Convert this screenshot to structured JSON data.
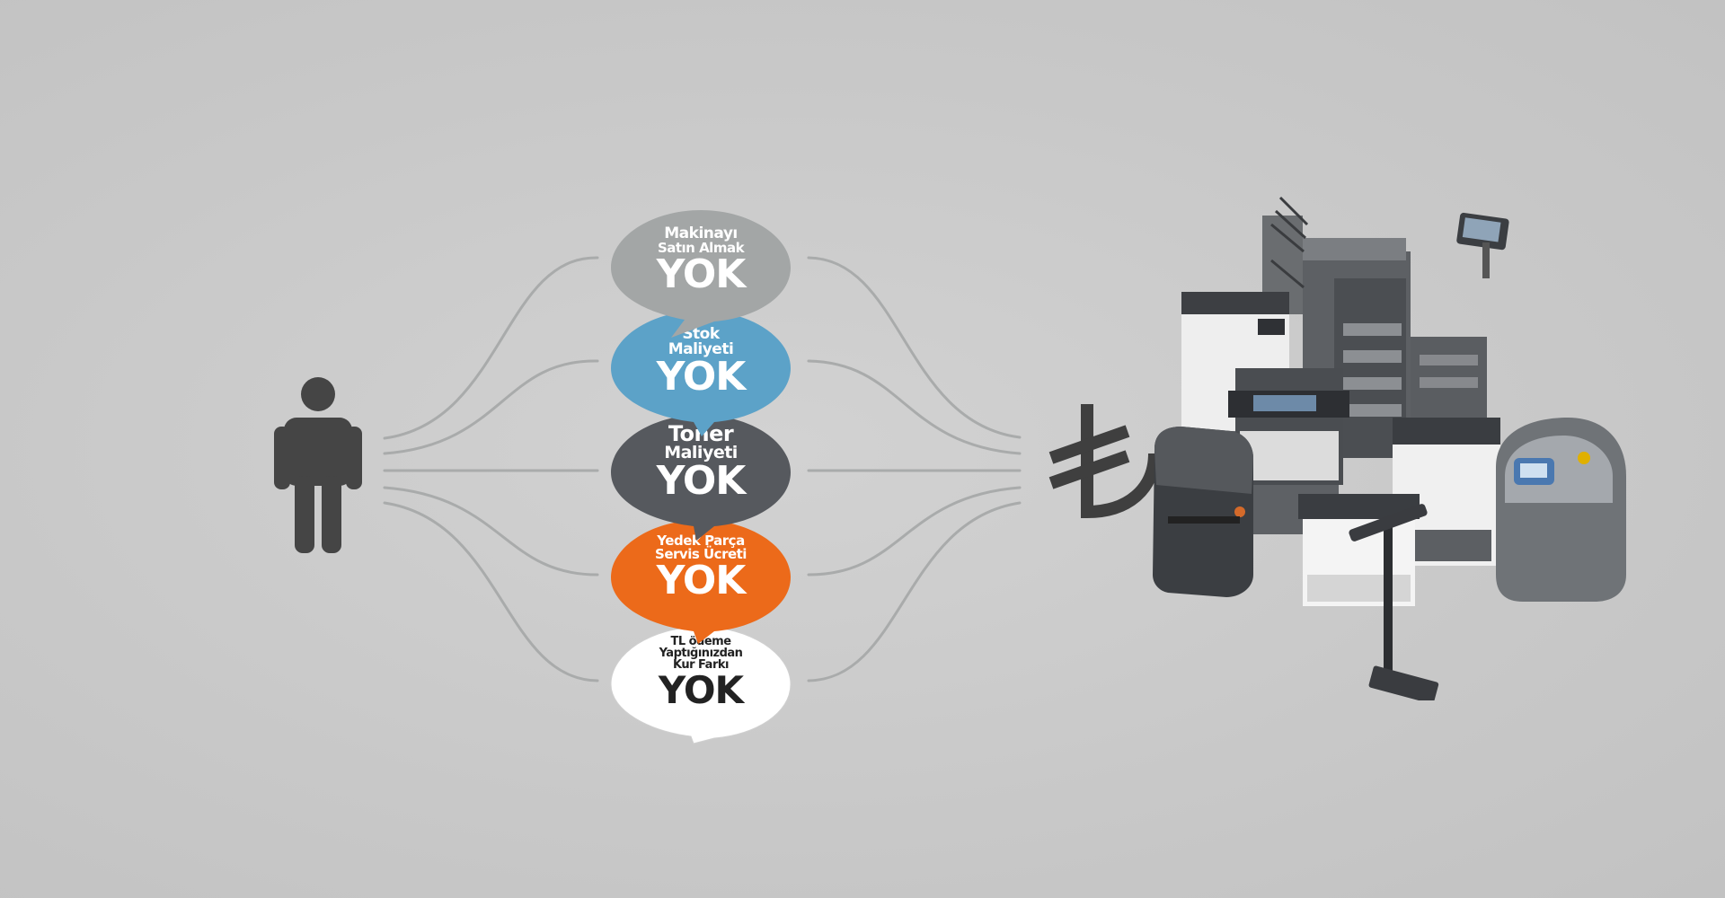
{
  "bubbles": [
    {
      "line1": "Makinayı",
      "line2": "Satın Almak",
      "line3": "",
      "yok": "YOK",
      "color": "#a3a6a6",
      "text_color": "#ffffff"
    },
    {
      "line1": "Stok",
      "line2": "Maliyeti",
      "line3": "",
      "yok": "YOK",
      "color": "#5ca2c8",
      "text_color": "#ffffff"
    },
    {
      "line1": "Toner",
      "line2": "Maliyeti",
      "line3": "",
      "yok": "YOK",
      "color": "#56595e",
      "text_color": "#ffffff"
    },
    {
      "line1": "Yedek Parça",
      "line2": "Servis Ücreti",
      "line3": "",
      "yok": "YOK",
      "color": "#ec6a1a",
      "text_color": "#ffffff"
    },
    {
      "line1": "TL ödeme",
      "line2": "Yaptığınızdan",
      "line3": "Kur Farkı",
      "yok": "YOK",
      "color": "#ffffff",
      "text_color": "#222222"
    }
  ],
  "colors": {
    "background": "#c9c9c9",
    "connector": "#a8aaaa",
    "person": "#454545",
    "lira": "#3f3f3f"
  },
  "icons": {
    "person": "person-icon",
    "currency": "turkish-lira-icon"
  }
}
